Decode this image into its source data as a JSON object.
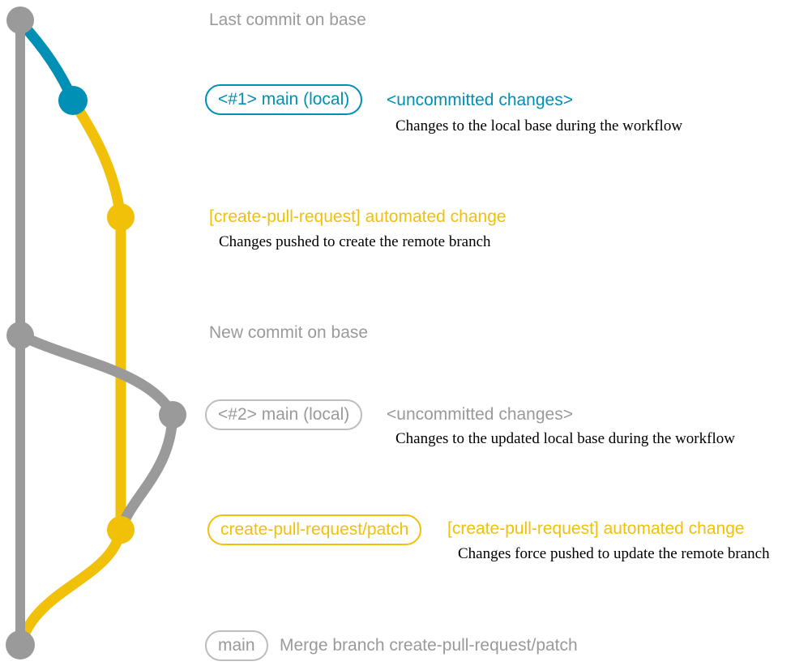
{
  "colors": {
    "base_gray": "#9a9a9a",
    "main_blue": "#008fb5",
    "patch_yellow": "#f1c109",
    "gray_badge_border": "#bdbdbd",
    "description_black": "#000000"
  },
  "graph": {
    "type": "git-commit-graph",
    "branches": [
      {
        "name": "base",
        "color": "#9a9a9a"
      },
      {
        "name": "main-local",
        "color": "#008fb5"
      },
      {
        "name": "create-pull-request-patch",
        "color": "#f1c109"
      }
    ],
    "commits": [
      {
        "id": "last-commit-on-base",
        "branch": "base",
        "color": "#9a9a9a"
      },
      {
        "id": "uncommitted-changes-1",
        "branch": "main-local",
        "color": "#008fb5"
      },
      {
        "id": "automated-change-1",
        "branch": "create-pull-request-patch",
        "color": "#f1c109"
      },
      {
        "id": "new-commit-on-base",
        "branch": "base",
        "color": "#9a9a9a"
      },
      {
        "id": "uncommitted-changes-2",
        "branch": "main-local",
        "color": "#9a9a9a"
      },
      {
        "id": "automated-change-2",
        "branch": "create-pull-request-patch",
        "color": "#f1c109"
      },
      {
        "id": "merge-commit",
        "branch": "base",
        "color": "#9a9a9a"
      }
    ]
  },
  "rows": {
    "last_commit": {
      "label": "Last commit on base"
    },
    "commit1": {
      "badge": "<#1> main (local)",
      "heading": "<uncommitted changes>",
      "description": "Changes to the local base during the workflow"
    },
    "push1": {
      "heading": "[create-pull-request] automated change",
      "description": "Changes pushed to create the remote branch"
    },
    "new_commit": {
      "label": "New commit on base"
    },
    "commit2": {
      "badge": "<#2> main (local)",
      "heading": "<uncommitted changes>",
      "description": "Changes to the updated local base during the workflow"
    },
    "push2": {
      "badge": "create-pull-request/patch",
      "heading": "[create-pull-request] automated change",
      "description": "Changes force pushed to update the remote branch"
    },
    "merge": {
      "badge": "main",
      "label": "Merge branch create-pull-request/patch"
    }
  }
}
